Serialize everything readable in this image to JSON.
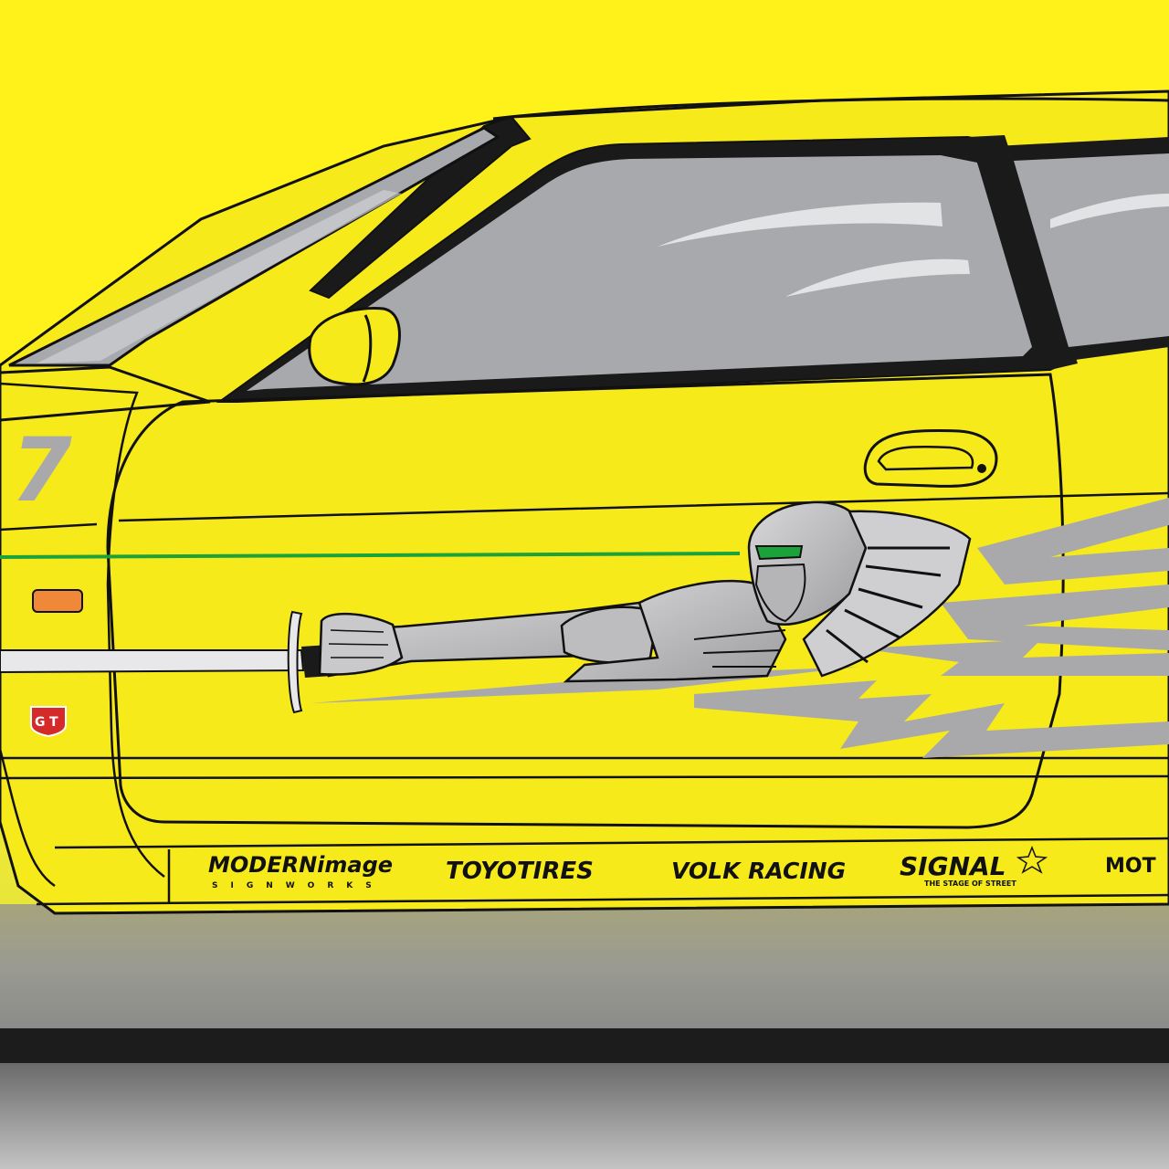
{
  "colors": {
    "body_yellow": "#f7ea1a",
    "bg_yellow_top": "#fff21a",
    "window_gray": "#a8a9ad",
    "trim_black": "#1a1a1a",
    "graphic_gray": "#a9a9ab",
    "stripe_green": "#1ba33a",
    "marker_orange": "#f0883a",
    "badge_red": "#d42a2a",
    "ground_dark": "#1c1c1c"
  },
  "car": {
    "number_fragment": "7",
    "gt_badge": {
      "letter_left": "G",
      "letter_right": "T"
    }
  },
  "sponsors": {
    "modern_image": {
      "main": "MODERNimage",
      "sub": "SIGNWORKS"
    },
    "toyo": "TOYOTIRES",
    "volk": "VOLK RACING",
    "signal": {
      "main": "SIGNAL",
      "sub": "THE STAGE OF STREET"
    },
    "moto": "MOT"
  },
  "icons": {
    "knight": "flying-knight-graphic",
    "sword": "sword-graphic",
    "mirror": "side-mirror",
    "handle": "door-handle"
  }
}
